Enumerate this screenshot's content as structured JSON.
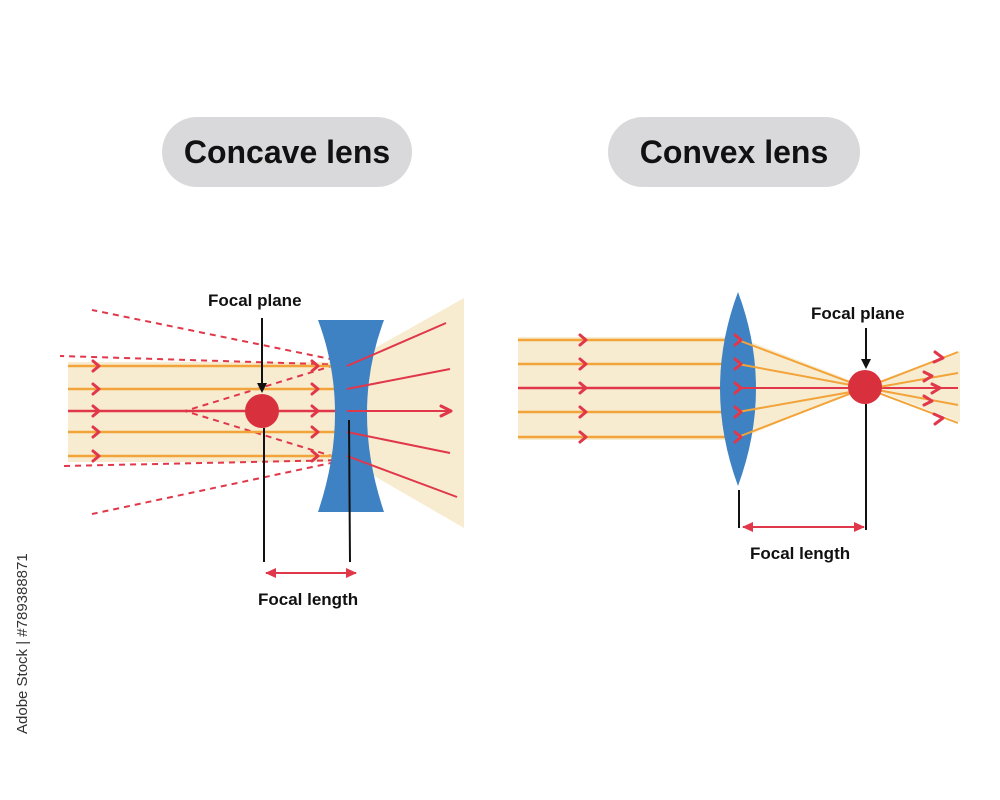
{
  "concave": {
    "title": "Concave lens",
    "focal_plane_label": "Focal plane",
    "focal_length_label": "Focal length"
  },
  "convex": {
    "title": "Convex lens",
    "focal_plane_label": "Focal plane",
    "focal_length_label": "Focal length"
  },
  "stock_id": "Adobe Stock | #789388871",
  "colors": {
    "beam": "#f8ecd0",
    "ray_orange": "#f2a33a",
    "ray_red": "#e0374a",
    "lens_blue": "#3f82c4",
    "focal_point": "#d9303e",
    "pill_bg": "#d9d9db"
  }
}
